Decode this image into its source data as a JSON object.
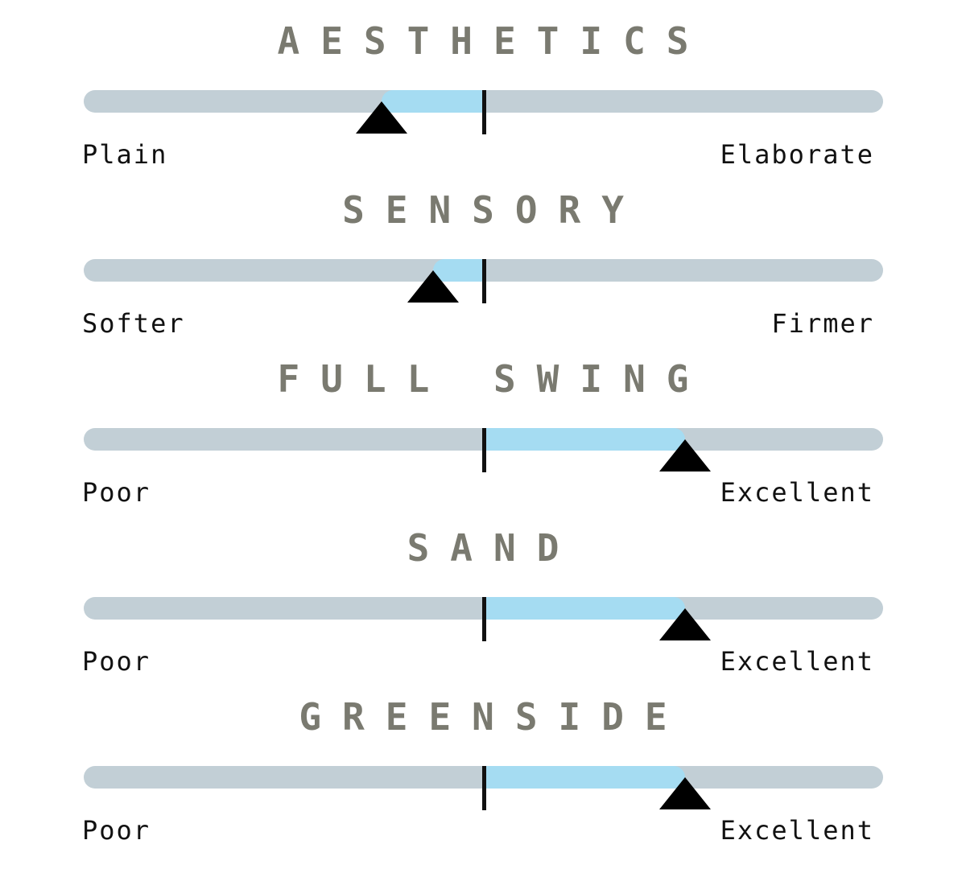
{
  "colors": {
    "title": "#7a7a70",
    "track": "#c2cfd6",
    "fill": "#a5dcf2",
    "marker": "#000000",
    "center_line": "#111111",
    "labels": "#111111"
  },
  "chart_data": [
    {
      "type": "bar",
      "title": "AESTHETICS",
      "left_label": "Plain",
      "right_label": "Elaborate",
      "range": [
        -1,
        1
      ],
      "center": 0,
      "value": -0.26,
      "grid": false
    },
    {
      "type": "bar",
      "title": "SENSORY",
      "left_label": "Softer",
      "right_label": "Firmer",
      "range": [
        -1,
        1
      ],
      "center": 0,
      "value": -0.13,
      "grid": false
    },
    {
      "type": "bar",
      "title": "FULL SWING",
      "left_label": "Poor",
      "right_label": "Excellent",
      "range": [
        -1,
        1
      ],
      "center": 0,
      "value": 0.51,
      "grid": false
    },
    {
      "type": "bar",
      "title": "SAND",
      "left_label": "Poor",
      "right_label": "Excellent",
      "range": [
        -1,
        1
      ],
      "center": 0,
      "value": 0.51,
      "grid": false
    },
    {
      "type": "bar",
      "title": "GREENSIDE",
      "left_label": "Poor",
      "right_label": "Excellent",
      "range": [
        -1,
        1
      ],
      "center": 0,
      "value": 0.51,
      "grid": false
    }
  ]
}
